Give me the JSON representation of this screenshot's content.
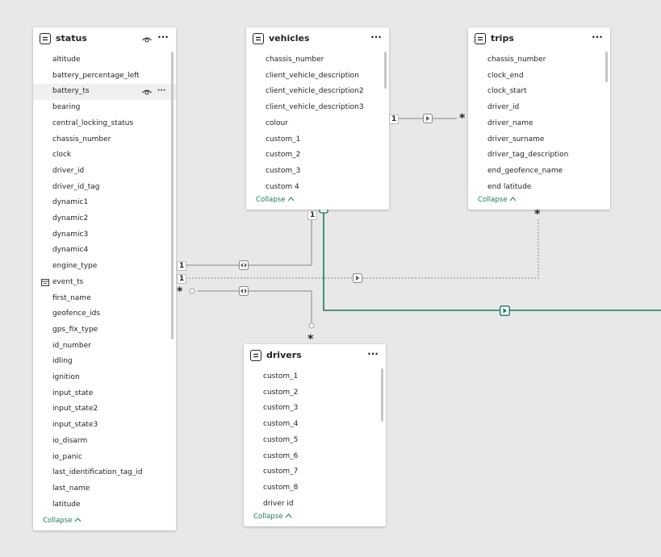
{
  "tables": {
    "status": {
      "title": "status",
      "fields": [
        "altitude",
        "battery_percentage_left",
        "battery_ts",
        "bearing",
        "central_locking_status",
        "chassis_number",
        "clock",
        "driver_id",
        "driver_id_tag",
        "dynamic1",
        "dynamic2",
        "dynamic3",
        "dynamic4",
        "engine_type",
        "event_ts",
        "first_name",
        "geofence_ids",
        "gps_fix_type",
        "id_number",
        "idling",
        "ignition",
        "input_state",
        "input_state2",
        "input_state3",
        "io_disarm",
        "io_panic",
        "last_identification_tag_id",
        "last_name",
        "latitude"
      ],
      "highlighted_field": "battery_ts",
      "calendar_field": "event_ts",
      "collapse_label": "Collapse"
    },
    "vehicles": {
      "title": "vehicles",
      "fields": [
        "chassis_number",
        "client_vehicle_description",
        "client_vehicle_description2",
        "client_vehicle_description3",
        "colour",
        "custom_1",
        "custom_2",
        "custom_3",
        "custom 4"
      ],
      "collapse_label": "Collapse"
    },
    "trips": {
      "title": "trips",
      "fields": [
        "chassis_number",
        "clock_end",
        "clock_start",
        "driver_id",
        "driver_name",
        "driver_surname",
        "driver_tag_description",
        "end_geofence_name",
        "end latitude"
      ],
      "collapse_label": "Collapse"
    },
    "drivers": {
      "title": "drivers",
      "fields": [
        "custom_1",
        "custom_2",
        "custom_3",
        "custom_4",
        "custom_5",
        "custom_6",
        "custom_7",
        "custom_8",
        "driver id"
      ],
      "collapse_label": "Collapse"
    }
  },
  "relationships": {
    "status_vehicles": {
      "from_card": "1",
      "to_card": "1"
    },
    "status_trips": {
      "from_card": "1",
      "to_card": "*"
    },
    "status_drivers": {
      "from_card": "*",
      "to_card": "*"
    },
    "vehicles_trips": {
      "from_card": "1",
      "to_card": "*"
    }
  },
  "icons": {
    "table": "table-icon",
    "more": "more-options-icon",
    "visibility": "eye-icon",
    "calendar": "calendar-icon",
    "filter_direction": "filter-arrow-icon",
    "bidirectional": "bidirectional-arrow-icon",
    "chevron_up": "chevron-up-icon"
  },
  "colors": {
    "canvas": "#e8e8e8",
    "active_relationship": "#1e7960",
    "line": "#8a8886",
    "collapse_link": "#1e7960"
  },
  "glyphs": {
    "more": "···",
    "chevron_up": "^"
  }
}
